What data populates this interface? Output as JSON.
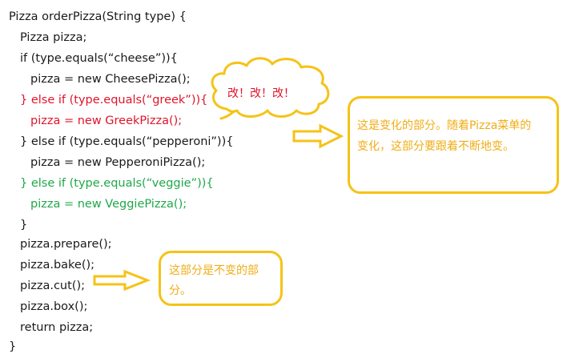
{
  "code": {
    "lines": [
      {
        "text": "Pizza orderPizza(String type) {",
        "style": "normal"
      },
      {
        "text": "Pizza pizza;",
        "style": "normal"
      },
      {
        "text": "if (type.equals(“cheese”)){",
        "style": "normal"
      },
      {
        "text": "pizza = new CheesePizza();",
        "style": "normal"
      },
      {
        "text": "} else if (type.equals(“greek”)){",
        "style": "red"
      },
      {
        "text": "pizza = new GreekPizza();",
        "style": "red"
      },
      {
        "text": "} else if (type.equals(“pepperoni”)){",
        "style": "normal"
      },
      {
        "text": "pizza = new PepperoniPizza();",
        "style": "normal"
      },
      {
        "text": "} else if (type.equals(“veggie”)){",
        "style": "green"
      },
      {
        "text": "pizza = new VeggiePizza();",
        "style": "green"
      },
      {
        "text": "}",
        "style": "normal"
      },
      {
        "text": "pizza.prepare();",
        "style": "normal"
      },
      {
        "text": "pizza.bake();",
        "style": "normal"
      },
      {
        "text": "pizza.cut();",
        "style": "normal"
      },
      {
        "text": "pizza.box();",
        "style": "normal"
      },
      {
        "text": "return pizza;",
        "style": "normal"
      },
      {
        "text": "}",
        "style": "normal"
      }
    ]
  },
  "cloud": {
    "text": "改！改！改！"
  },
  "callouts": {
    "changing": {
      "line1": "这是变化的部分。随着Pizza菜单的",
      "line2": "变化，这部分要跟着不断地变。"
    },
    "unchanging": {
      "line1": "这部分是不变的部",
      "line2": "分。"
    }
  },
  "colors": {
    "code_text": "#1a1a1a",
    "code_red": "#e0142b",
    "code_green": "#1fa84a",
    "box_border": "#f5c316",
    "box_text": "#f0ad16",
    "arrow": "#f5c316",
    "cloud_text": "#e0142b"
  }
}
